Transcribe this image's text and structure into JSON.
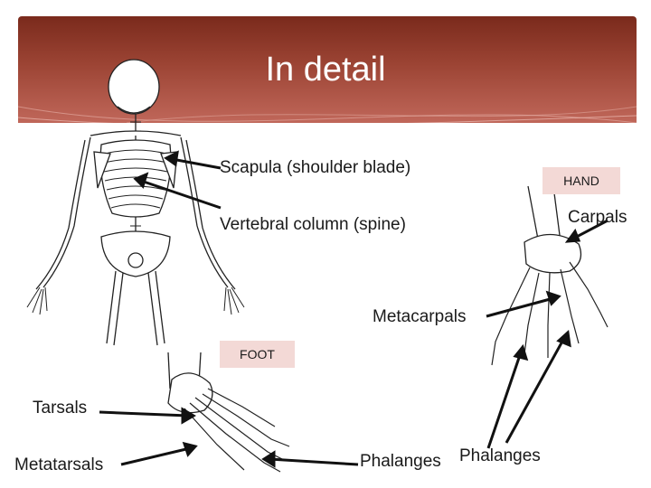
{
  "slide": {
    "title": "In detail",
    "labels": {
      "scapula": "Scapula (shoulder blade)",
      "vertebral": "Vertebral column (spine)",
      "hand": "HAND",
      "carpals": "Carpals",
      "metacarpals": "Metacarpals",
      "foot": "FOOT",
      "tarsals": "Tarsals",
      "metatarsals": "Metatarsals",
      "phalanges_foot": "Phalanges",
      "phalanges_hand": "Phalanges"
    }
  },
  "colors": {
    "banner_dark": "#7a2a1c",
    "banner_light": "#c0675a",
    "label_box": "#f3d9d6"
  }
}
